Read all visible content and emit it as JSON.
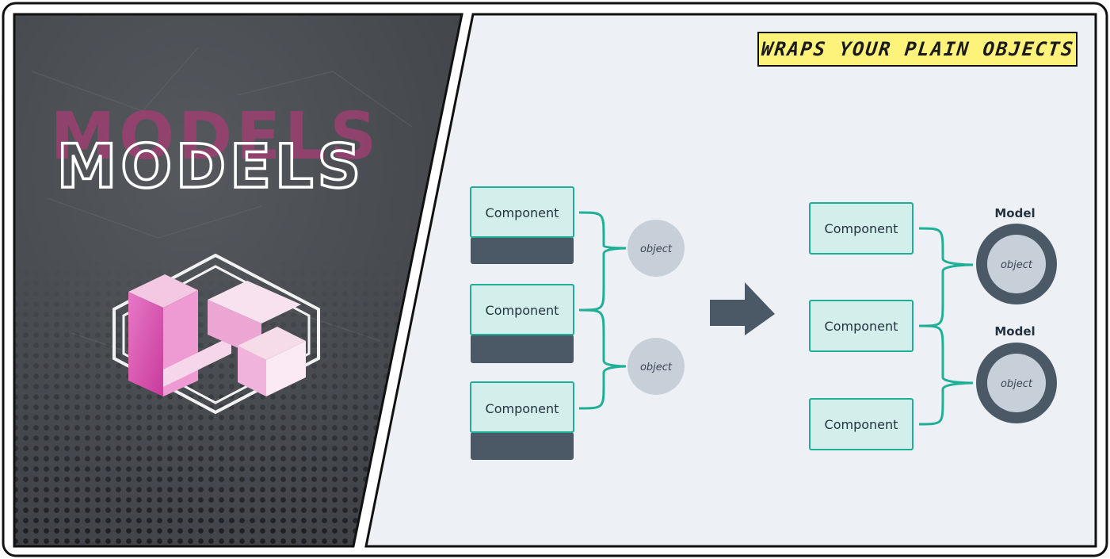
{
  "left_panel": {
    "title": "MODELS",
    "logo_icon": "laravel-cube-logo-icon"
  },
  "banner": {
    "text": "WRAPS YOUR PLAIN OBJECTS"
  },
  "before": {
    "components": [
      {
        "label": "Component"
      },
      {
        "label": "Component"
      },
      {
        "label": "Component"
      }
    ],
    "objects": [
      {
        "label": "object"
      },
      {
        "label": "object"
      }
    ]
  },
  "arrow_icon": "right-arrow-icon",
  "after": {
    "components": [
      {
        "label": "Component"
      },
      {
        "label": "Component"
      },
      {
        "label": "Component"
      }
    ],
    "models": [
      {
        "title": "Model",
        "object_label": "object"
      },
      {
        "title": "Model",
        "object_label": "object"
      }
    ]
  },
  "colors": {
    "teal": "#1fae96",
    "component_fill": "#d2efeb",
    "slate": "#4b5967",
    "object_fill": "#c7d0d9",
    "panel_bg": "#edf1f5",
    "banner_bg": "#fdf27a",
    "logo_pink": "#e04fb3"
  }
}
